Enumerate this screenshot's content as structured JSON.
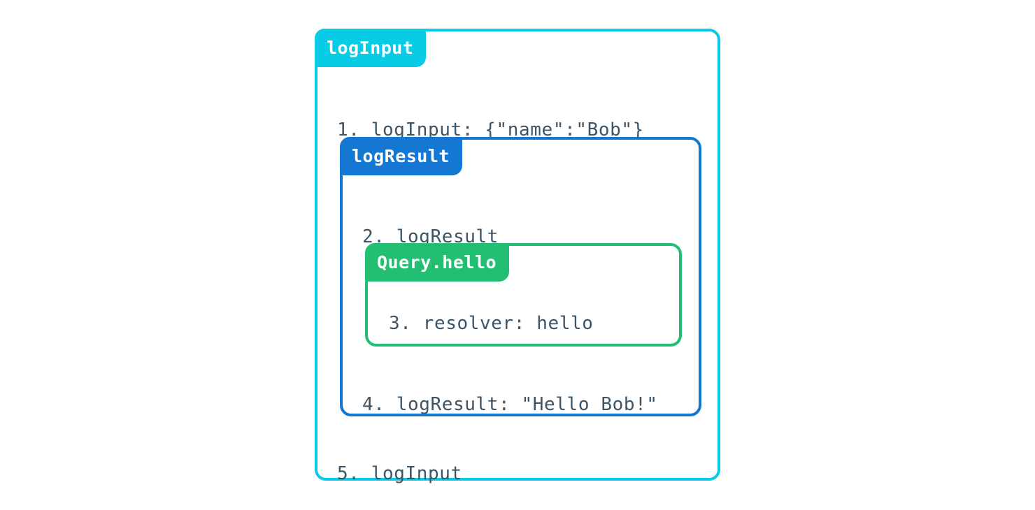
{
  "diagram": {
    "type": "nested-trace-boxes",
    "colors": {
      "outer": "#0acbe6",
      "middle": "#1477d1",
      "inner": "#22bf72",
      "text": "#3c5465",
      "tab_text": "#ffffff",
      "background": "#ffffff"
    },
    "outer_box": {
      "tab_label": "logInput",
      "lines": [
        {
          "number": "1",
          "text": "1. logInput: {\"name\":\"Bob\"}"
        },
        {
          "number": "5",
          "text": "5. logInput"
        }
      ]
    },
    "middle_box": {
      "tab_label": "logResult",
      "lines": [
        {
          "number": "2",
          "text": "2. logResult"
        },
        {
          "number": "4",
          "text": "4. logResult: \"Hello Bob!\""
        }
      ]
    },
    "inner_box": {
      "tab_label": "Query.hello",
      "lines": [
        {
          "number": "3",
          "text": "3. resolver: hello"
        }
      ]
    }
  }
}
